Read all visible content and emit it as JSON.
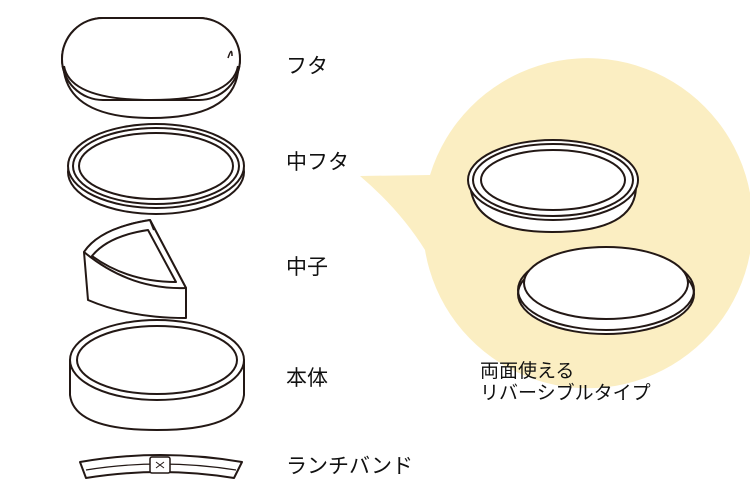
{
  "parts": {
    "lid": "フタ",
    "inner_lid": "中フタ",
    "inner_tray": "中子",
    "body": "本体",
    "lunch_band": "ランチバンド"
  },
  "callout": {
    "line1": "両面使える",
    "line2": "リバーシブルタイプ"
  },
  "colors": {
    "bubble": "#fbeec2",
    "line": "#231815"
  }
}
